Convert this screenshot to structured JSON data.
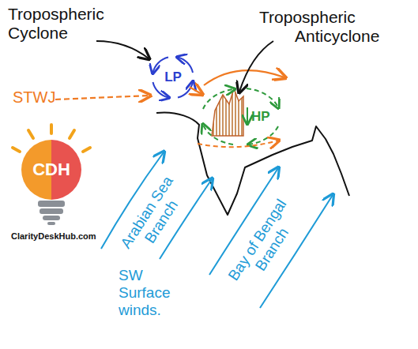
{
  "diagram": {
    "nodes": [
      {
        "text": [
          "LP"
        ]
      },
      {
        "text": [
          "HP"
        ]
      },
      {
        "text": [
          "CDH"
        ]
      }
    ],
    "edges": [
      {
        "from": 0,
        "to": 1,
        "arrow": "to"
      }
    ],
    "labels": [
      "Tropospheric Cyclone",
      "Tropospheric Anticyclone",
      "STWJ",
      "Arabian Sea Branch",
      "Bay of Bengal Branch",
      "SW Surface winds.",
      "ClarityDeskHub.com"
    ]
  }
}
